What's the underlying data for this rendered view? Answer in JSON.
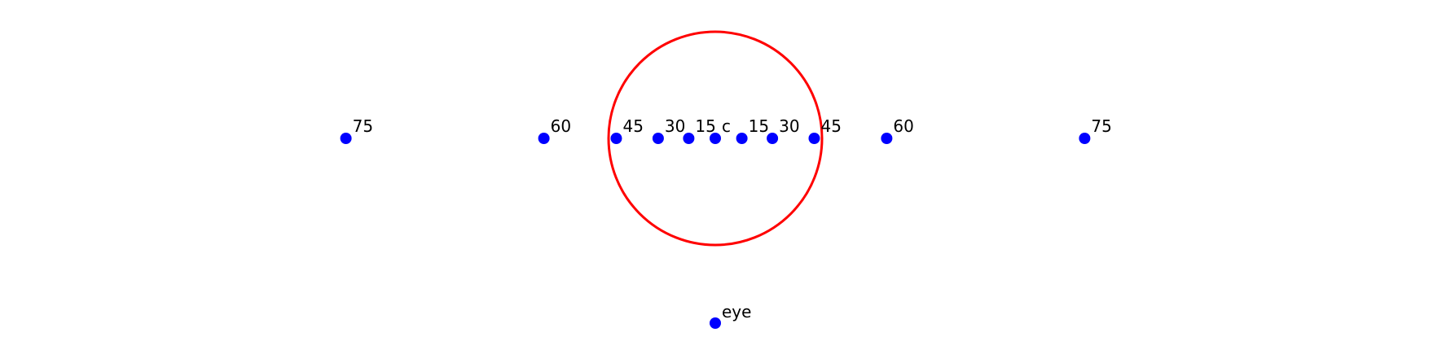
{
  "diagram": {
    "colors": {
      "point": "#0000ff",
      "circle": "#ff0000",
      "text": "#000000"
    },
    "points": [
      {
        "label": "75",
        "angle_deg": -75
      },
      {
        "label": "60",
        "angle_deg": -60
      },
      {
        "label": "45",
        "angle_deg": -45
      },
      {
        "label": "30",
        "angle_deg": -30
      },
      {
        "label": "15",
        "angle_deg": -15
      },
      {
        "label": "c",
        "angle_deg": 0
      },
      {
        "label": "15",
        "angle_deg": 15
      },
      {
        "label": "30",
        "angle_deg": 30
      },
      {
        "label": "45",
        "angle_deg": 45
      },
      {
        "label": "60",
        "angle_deg": 60
      },
      {
        "label": "75",
        "angle_deg": 75
      }
    ],
    "eye": {
      "label": "eye"
    }
  }
}
